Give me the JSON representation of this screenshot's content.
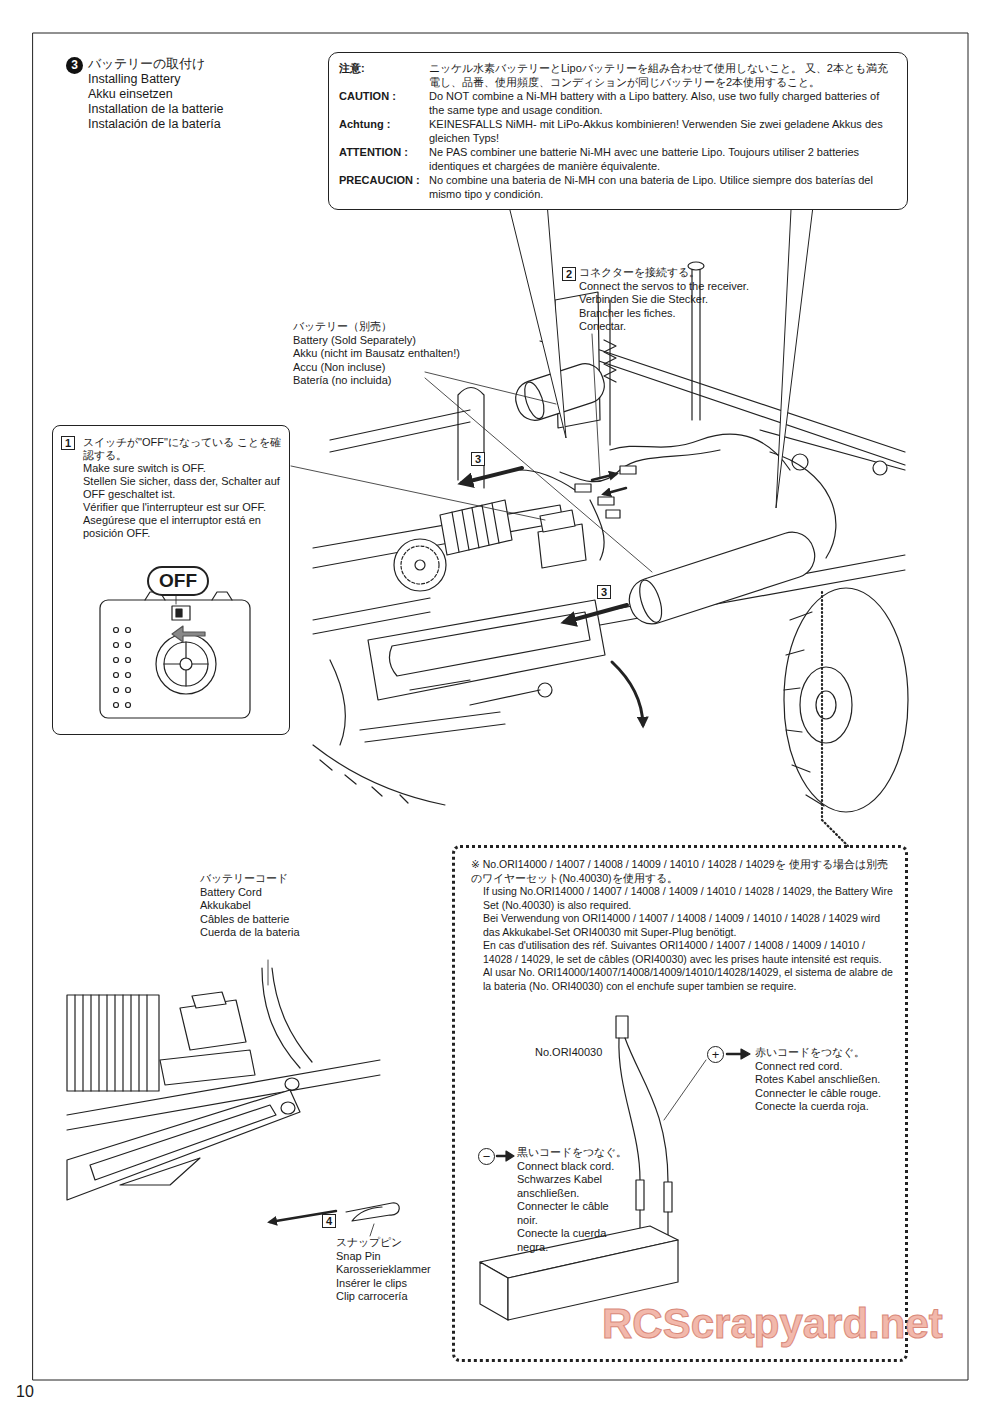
{
  "diagram": {
    "nodes": [
      {
        "text": [
          "3"
        ]
      },
      {
        "text": [
          "注意:",
          "ニッケル水素バッテリーとLipoバッテリーを組み合わせて使用しないこと。 又、2本とも満充電し、品番、使用頻度、コンディションが同じバッテリーを2本使用すること。",
          "CAUTION :",
          "Do NOT combine a Ni-MH battery with a Lipo battery. Also, use two fully charged batteries of the same type and usage condition.",
          "Achtung :",
          "KEINESFALLS NiMH- mit LiPo-Akkus kombinieren! Verwenden Sie zwei geladene Akkus des gleichen Typs!",
          "ATTENTION :",
          "Ne PAS combiner une batterie Ni-MH avec une batterie Lipo. Toujours utiliser 2 batteries identiques et chargées de manière équivalente.",
          "PRECAUCION :",
          "No combine una bateria de Ni-MH con una bateria de Lipo. Utilice siempre dos baterías del mismo tipo y condición."
        ]
      },
      {
        "text": [
          "スイッチが\"OFF\"になっている ことを確認する。",
          "Make sure switch is OFF.",
          "Stellen Sie sicher, dass der, Schalter auf OFF geschaltet ist.",
          "Vérifier que l'interrupteur est sur OFF.",
          "Asegúrese que el interruptor está en posición OFF."
        ]
      },
      {
        "text": [
          "1"
        ],
        "in": 2
      },
      {
        "text": [
          "OFF"
        ],
        "in": 2
      },
      {
        "text": [
          "2"
        ]
      },
      {
        "text": [
          "3"
        ]
      },
      {
        "text": [
          "3"
        ]
      },
      {
        "text": [
          "4"
        ]
      },
      {
        "text": [
          "※ No.ORI14000 / 14007 / 14008 / 14009 / 14010 / 14028 / 14029を 使用する場合は別売のワイヤーセット(No.40030)を使用する。",
          "If using No.ORI14000 / 14007 / 14008 / 14009 / 14010 / 14028 / 14029, the Battery Wire Set (No.40030) is also required.",
          "Bei Verwendung von ORI14000 / 14007 / 14008 / 14009 / 14010 / 14028 / 14029 wird das Akkukabel-Set ORI40030 mit Super-Plug benötigt.",
          "En cas d'utilisation des réf. Suivantes ORI14000 / 14007 / 14008 / 14009 / 14010 / 14028 / 14029, le set de câbles (ORI40030) avec les prises haute intensité est requis.",
          "Al usar No. ORI14000/14007/14008/14009/14010/14028/14029, el sistema de alabre de la bateria (No. ORI40030) con el enchufe super tambien se require."
        ]
      },
      {
        "text": [
          "+"
        ],
        "in": 9
      },
      {
        "text": [
          "−"
        ],
        "in": 9
      }
    ],
    "labels": [
      "バッテリーの取付け",
      "Installing Battery",
      "Akku einsetzen",
      "Installation de la batterie",
      "Instalación de la batería",
      "コネクターを接続する。",
      "Connect the servos to the receiver.",
      "Verbinden Sie die Stecker.",
      "Brancher les fiches.",
      "Conectar.",
      "バッテリー（別売）",
      "Battery (Sold Separately)",
      "Akku (nicht im Bausatz enthalten!)",
      "Accu (Non incluse)",
      "Batería (no incluida)",
      "バッテリーコード",
      "Battery Cord",
      "Akkukabel",
      "Câbles de batterie",
      "Cuerda de la bateria",
      "スナップピン",
      "Snap Pin",
      "Karosserieklammer",
      "Insérer le clips",
      "Clip carrocería",
      "No.ORI40030",
      "赤いコードをつなぐ。",
      "Connect red cord.",
      "Rotes Kabel anschließen.",
      "Connecter le câble rouge.",
      "Conecte la cuerda roja.",
      "黒いコードをつなぐ。",
      "Connect black cord.",
      "Schwarzes Kabel anschließen.",
      "Connecter le câble noir.",
      "Conecte la cuerda negra.",
      "10",
      "RCScrapyard.net"
    ]
  }
}
